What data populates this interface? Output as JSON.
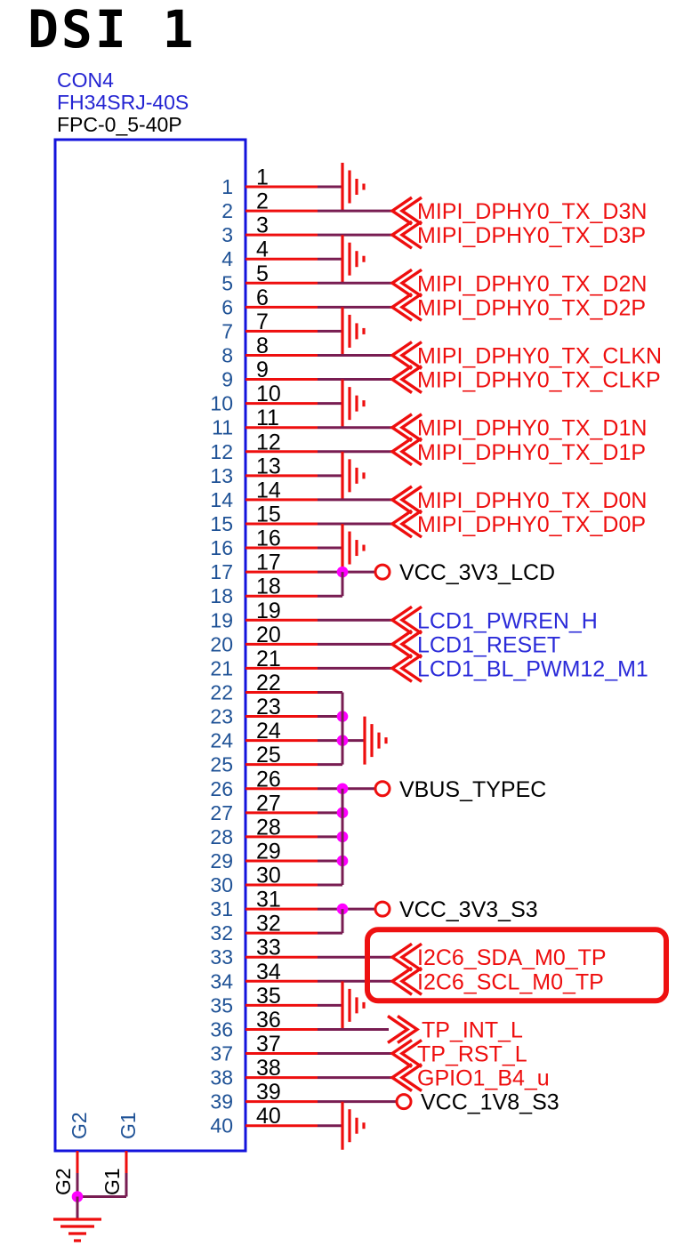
{
  "title": "DSI 1",
  "component": {
    "refdes": "CON4",
    "part_number": "FH34SRJ-40S",
    "footprint": "FPC-0_5-40P"
  },
  "colors": {
    "box_blue": "#1313DC",
    "pin_number_blue": "#1F5296",
    "net_blue": "#2B2BD9",
    "part_blue": "#2323D2",
    "red": "#EE0E0E",
    "wire_purple": "#781D52",
    "junction_magenta": "#FF00FF",
    "black": "#000000",
    "highlight_red": "#EE1111"
  },
  "pins": [
    {
      "num": 1,
      "type": "gnd"
    },
    {
      "num": 2,
      "type": "in",
      "label": "MIPI_DPHY0_TX_D3N",
      "label_color": "red"
    },
    {
      "num": 3,
      "type": "in",
      "label": "MIPI_DPHY0_TX_D3P",
      "label_color": "red"
    },
    {
      "num": 4,
      "type": "gnd"
    },
    {
      "num": 5,
      "type": "in",
      "label": "MIPI_DPHY0_TX_D2N",
      "label_color": "red"
    },
    {
      "num": 6,
      "type": "in",
      "label": "MIPI_DPHY0_TX_D2P",
      "label_color": "red"
    },
    {
      "num": 7,
      "type": "gnd"
    },
    {
      "num": 8,
      "type": "in",
      "label": "MIPI_DPHY0_TX_CLKN",
      "label_color": "red"
    },
    {
      "num": 9,
      "type": "in",
      "label": "MIPI_DPHY0_TX_CLKP",
      "label_color": "red"
    },
    {
      "num": 10,
      "type": "gnd"
    },
    {
      "num": 11,
      "type": "in",
      "label": "MIPI_DPHY0_TX_D1N",
      "label_color": "red"
    },
    {
      "num": 12,
      "type": "in",
      "label": "MIPI_DPHY0_TX_D1P",
      "label_color": "red"
    },
    {
      "num": 13,
      "type": "gnd"
    },
    {
      "num": 14,
      "type": "in",
      "label": "MIPI_DPHY0_TX_D0N",
      "label_color": "red"
    },
    {
      "num": 15,
      "type": "in",
      "label": "MIPI_DPHY0_TX_D0P",
      "label_color": "red"
    },
    {
      "num": 16,
      "type": "gnd"
    },
    {
      "num": 17,
      "type": "pwr",
      "label": "VCC_3V3_LCD",
      "dot": true
    },
    {
      "num": 18,
      "type": "tie"
    },
    {
      "num": 19,
      "type": "in",
      "label": "LCD1_PWREN_H",
      "label_color": "blue"
    },
    {
      "num": 20,
      "type": "in",
      "label": "LCD1_RESET",
      "label_color": "blue"
    },
    {
      "num": 21,
      "type": "in",
      "label": "LCD1_BL_PWM12_M1",
      "label_color": "blue"
    },
    {
      "num": 22,
      "type": "tie"
    },
    {
      "num": 23,
      "type": "tie",
      "dot": true
    },
    {
      "num": 24,
      "type": "tie",
      "dot": true,
      "gnd_branch": true
    },
    {
      "num": 25,
      "type": "tie"
    },
    {
      "num": 26,
      "type": "pwr",
      "label": "VBUS_TYPEC",
      "dot": true
    },
    {
      "num": 27,
      "type": "tie",
      "dot": true
    },
    {
      "num": 28,
      "type": "tie",
      "dot": true
    },
    {
      "num": 29,
      "type": "tie",
      "dot": true
    },
    {
      "num": 30,
      "type": "tie"
    },
    {
      "num": 31,
      "type": "pwr",
      "label": "VCC_3V3_S3",
      "dot": true
    },
    {
      "num": 32,
      "type": "tie"
    },
    {
      "num": 33,
      "type": "in",
      "label": "I2C6_SDA_M0_TP",
      "label_color": "red",
      "highlighted": true
    },
    {
      "num": 34,
      "type": "in",
      "label": "I2C6_SCL_M0_TP",
      "label_color": "red",
      "highlighted": true
    },
    {
      "num": 35,
      "type": "gnd"
    },
    {
      "num": 36,
      "type": "out",
      "label": "TP_INT_L",
      "label_color": "red"
    },
    {
      "num": 37,
      "type": "in",
      "label": "TP_RST_L",
      "label_color": "red"
    },
    {
      "num": 38,
      "type": "in",
      "label": "GPIO1_B4_u",
      "label_color": "red"
    },
    {
      "num": 39,
      "type": "pwr_far",
      "label": "VCC_1V8_S3"
    },
    {
      "num": 40,
      "type": "gnd"
    }
  ],
  "vertical_ties": [
    [
      17,
      18
    ],
    [
      22,
      25
    ],
    [
      26,
      30
    ],
    [
      31,
      32
    ]
  ],
  "bottom_pins": [
    {
      "name": "G2"
    },
    {
      "name": "G1"
    }
  ],
  "highlight_box": {
    "around_pins": [
      33,
      34
    ]
  }
}
